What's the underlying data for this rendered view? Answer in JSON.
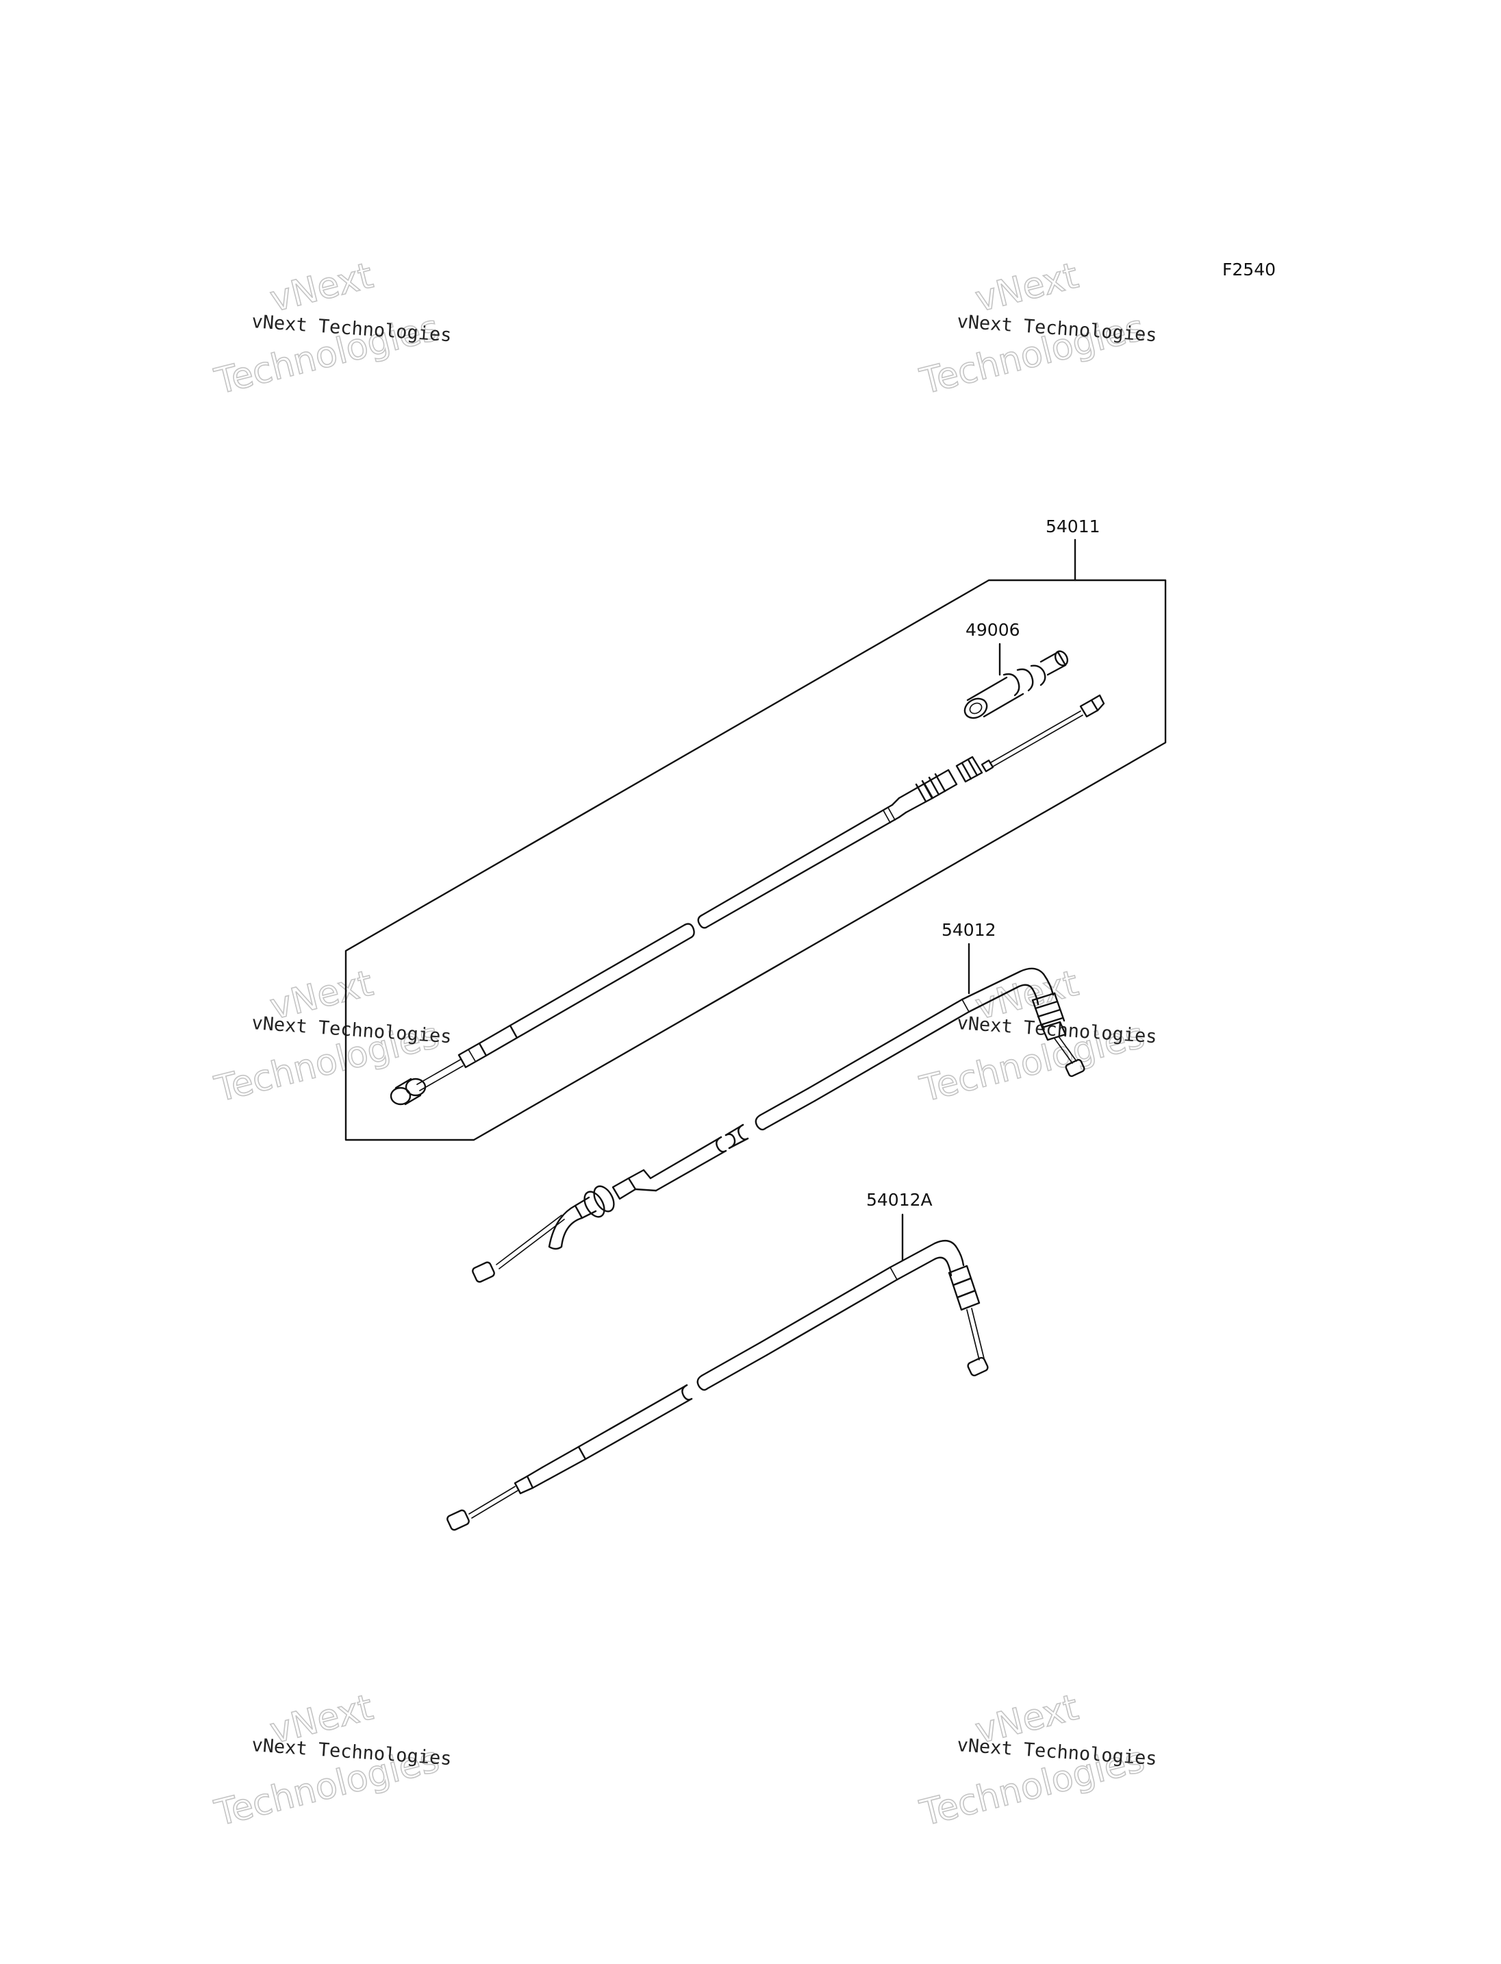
{
  "figure_code": "F2540",
  "parts": [
    {
      "id": "p54011",
      "number": "54011"
    },
    {
      "id": "p49006",
      "number": "49006"
    },
    {
      "id": "p54012",
      "number": "54012"
    },
    {
      "id": "p54012A",
      "number": "54012A"
    }
  ],
  "watermark": {
    "line_small": "vNext Technologies",
    "line_big_1": "vNext",
    "line_big_2": "Technologies"
  }
}
